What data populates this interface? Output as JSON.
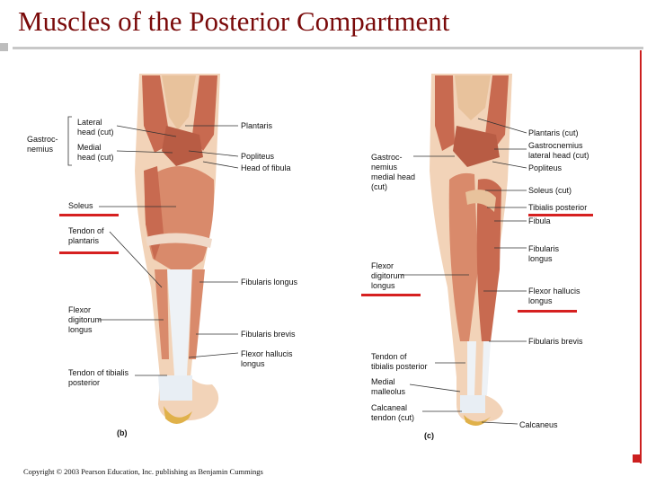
{
  "title": "Muscles of the Posterior Compartment",
  "copyright": "Copyright © 2003 Pearson Education, Inc. publishing as Benjamin Cummings",
  "colors": {
    "title": "#7a0a0a",
    "highlight": "#d62020",
    "muscle": "#d98a6b",
    "tendon": "#eef2f6",
    "skin": "#f2d3b8"
  },
  "panels": {
    "b": "(b)",
    "c": "(c)"
  },
  "b_labels": {
    "gastroc": "Gastroc-\nnemius",
    "lateral_head": "Lateral\nhead (cut)",
    "medial_head": "Medial\nhead (cut)",
    "plantaris": "Plantaris",
    "popliteus": "Popliteus",
    "head_fibula": "Head of fibula",
    "soleus": "Soleus",
    "tendon_plantaris": "Tendon of\nplantaris",
    "fibularis_longus": "Fibularis longus",
    "flexor_digitorum": "Flexor\ndigitorum\nlongus",
    "fibularis_brevis": "Fibularis brevis",
    "flexor_hallucis": "Flexor hallucis\nlongus",
    "tendon_tibialis": "Tendon of tibialis\nposterior"
  },
  "c_labels": {
    "plantaris_cut": "Plantaris (cut)",
    "gastroc_lateral": "Gastrocnemius\nlateral head (cut)",
    "popliteus": "Popliteus",
    "gastroc_medial": "Gastroc-\nnemius\nmedial head\n(cut)",
    "soleus_cut": "Soleus (cut)",
    "tibialis_posterior": "Tibialis posterior",
    "fibula": "Fibula",
    "fibularis_longus": "Fibularis\nlongus",
    "flexor_digitorum": "Flexor\ndigitorum\nlongus",
    "flexor_hallucis": "Flexor hallucis\nlongus",
    "fibularis_brevis": "Fibularis brevis",
    "tendon_tibialis": "Tendon of\ntibialis posterior",
    "medial_malleolus": "Medial\nmalleolus",
    "calcaneal_tendon": "Calcaneal\ntendon (cut)",
    "calcaneus": "Calcaneus"
  }
}
